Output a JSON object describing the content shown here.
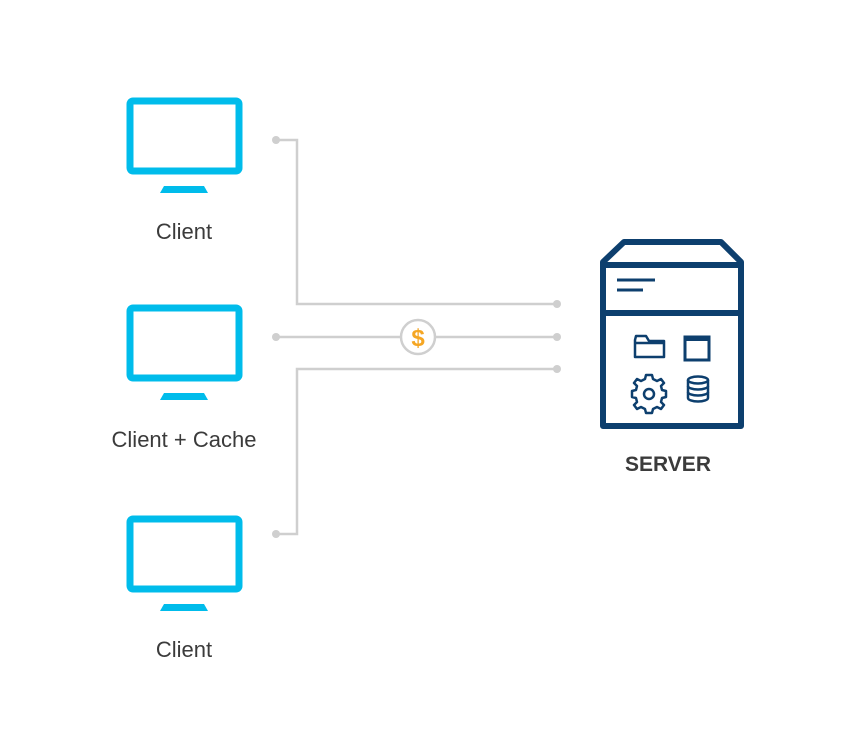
{
  "clients": [
    {
      "label": "Client"
    },
    {
      "label": "Client + Cache"
    },
    {
      "label": "Client"
    }
  ],
  "server": {
    "label": "SERVER"
  },
  "cache_badge": {
    "symbol": "$"
  },
  "icons": {
    "client": "monitor-icon",
    "server": "server-box-icon",
    "server_contents": [
      "folder-icon",
      "window-icon",
      "gear-icon",
      "database-icon"
    ],
    "connection_badge": "dollar-icon"
  },
  "colors": {
    "monitor": "#00bceb",
    "server": "#0d3f6e",
    "line": "#cccccc",
    "dollar": "#f5a623",
    "text": "#3b3b3b"
  }
}
